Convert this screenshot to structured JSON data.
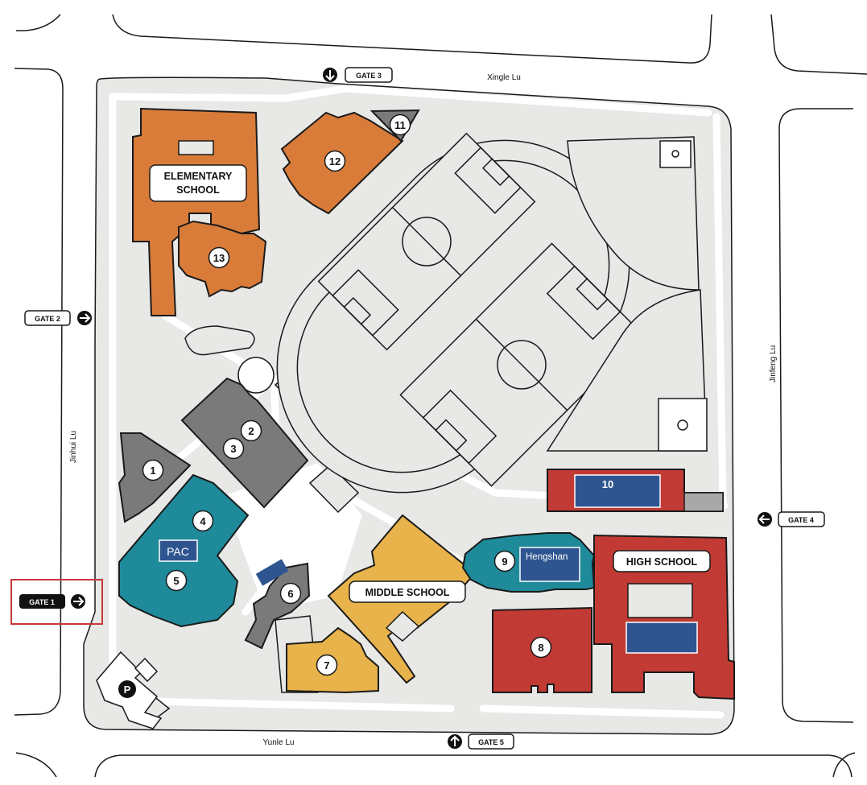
{
  "colors": {
    "ground": "#e8e8e6",
    "outline": "#1a1a1a",
    "elementary": "#d97c3a",
    "grey_building": "#7a7a7a",
    "pac": "#1e8a9a",
    "middle": "#e7b34a",
    "high": "#c23a34",
    "panel": "#2f5590",
    "highlight": "#c8383a"
  },
  "streets": {
    "north": "Xingle Lu",
    "west": "Jinhui Lu",
    "east": "Jinfeng Lu",
    "south": "Yunle Lu"
  },
  "gates": {
    "gate1": "GATE 1",
    "gate2": "GATE 2",
    "gate3": "GATE 3",
    "gate4": "GATE 4",
    "gate5": "GATE 5"
  },
  "buildings": {
    "elementary_line1": "ELEMENTARY",
    "elementary_line2": "SCHOOL",
    "middle": "MIDDLE SCHOOL",
    "high": "HIGH SCHOOL",
    "pac": "PAC",
    "hengshan": "Hengshan",
    "parking": "P"
  },
  "numbers": {
    "n1": "1",
    "n2": "2",
    "n3": "3",
    "n4": "4",
    "n5": "5",
    "n6": "6",
    "n7": "7",
    "n8": "8",
    "n9": "9",
    "n10": "10",
    "n11": "11",
    "n12": "12",
    "n13": "13"
  }
}
